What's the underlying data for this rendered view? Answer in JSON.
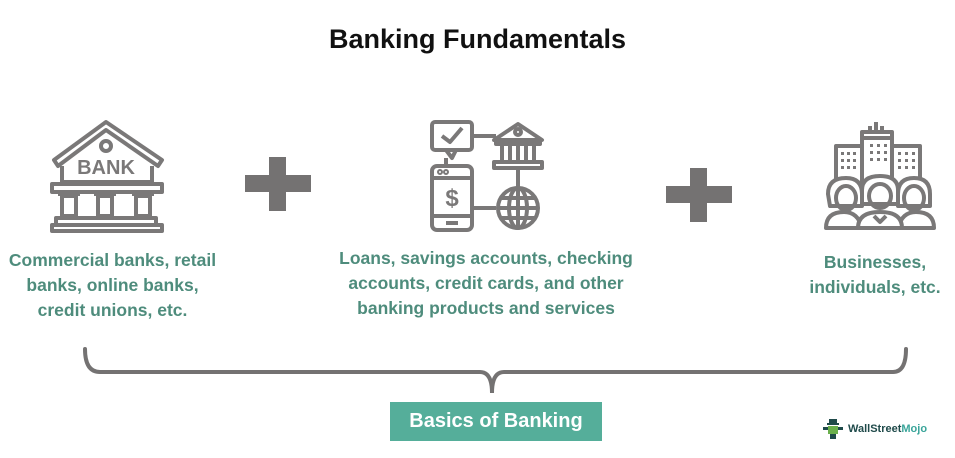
{
  "title": "Banking Fundamentals",
  "columns": [
    {
      "icon": "bank-building-icon",
      "icon_text": "BANK",
      "caption_lines": [
        "Commercial banks, retail",
        "banks, online banks,",
        "credit unions, etc."
      ]
    },
    {
      "icon": "banking-services-icon",
      "icon_text": "$",
      "caption_lines": [
        "Loans, savings accounts, checking",
        "accounts, credit cards, and other",
        "banking products and services"
      ]
    },
    {
      "icon": "customers-icon",
      "caption_lines": [
        "Businesses,",
        "individuals, etc."
      ]
    }
  ],
  "operators": [
    "+",
    "+"
  ],
  "result_label": "Basics of Banking",
  "brand": {
    "part1": "WallStreet",
    "part2": "Mojo"
  },
  "colors": {
    "accent": "#55ae9a",
    "caption": "#4e8c7c",
    "icon_gray": "#7a7878",
    "plus_gray": "#747272",
    "title": "#111111"
  }
}
